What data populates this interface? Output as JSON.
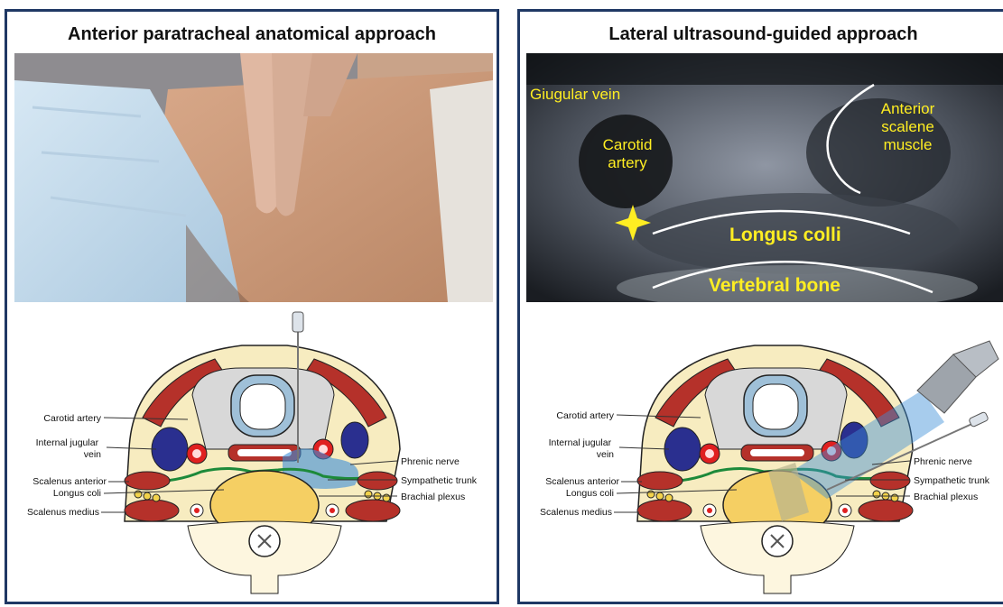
{
  "left_panel": {
    "title": "Anterior paratracheal anatomical approach",
    "labels_left": [
      "Carotid artery",
      "Internal jugular vein",
      "Scalenus anterior",
      "Longus coli",
      "Scalenus medius"
    ],
    "labels_right": [
      "Phrenic nerve",
      "Sympathetic trunk",
      "Brachial plexus"
    ]
  },
  "right_panel": {
    "title": "Lateral ultrasound-guided approach",
    "us_labels": {
      "jugular": "Giugular vein",
      "carotid": "Carotid artery",
      "scalene": "Anterior scalene muscle",
      "longus": "Longus colli",
      "vertebral": "Vertebral bone"
    },
    "labels_left": [
      "Carotid artery",
      "Internal jugular vein",
      "Scalenus anterior",
      "Longus coli",
      "Scalenus medius"
    ],
    "labels_right": [
      "Phrenic nerve",
      "Sympathetic trunk",
      "Brachial plexus"
    ]
  },
  "colors": {
    "border": "#1f3864",
    "us_text": "#ffee22",
    "muscle": "#b5312a",
    "vein": "#2a2f8f",
    "fascia": "#1d8a3a",
    "anesthetic": "#3b8ed8"
  }
}
